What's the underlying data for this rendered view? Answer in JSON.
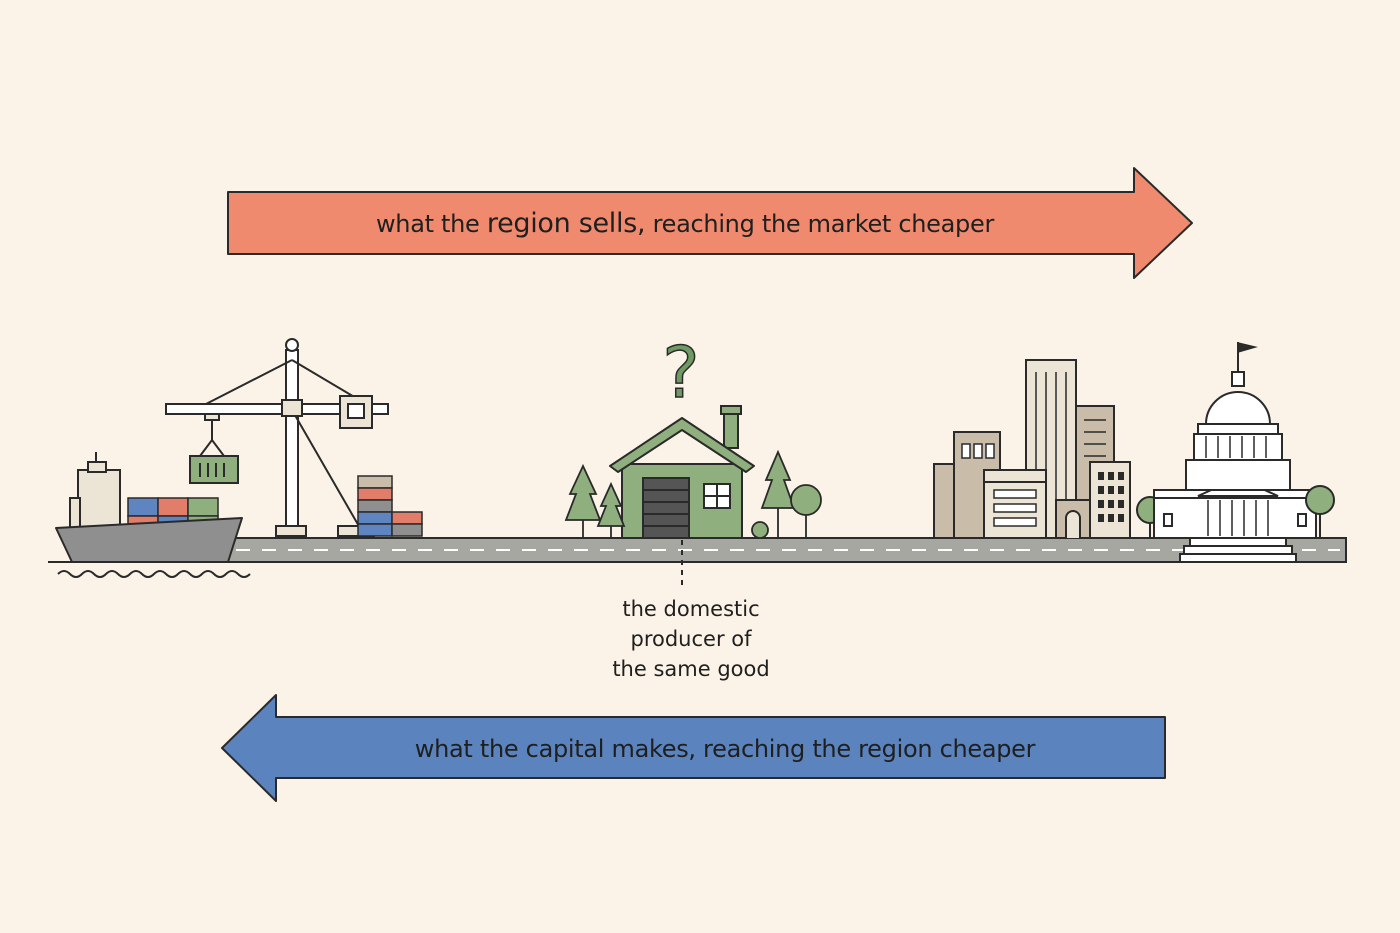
{
  "top_arrow": {
    "text_before": "what the ",
    "text_emphasis": "region sells,",
    "text_after": " reaching the market cheaper",
    "color": "#f08a6e"
  },
  "bottom_arrow": {
    "text": "what the capital makes, reaching the region cheaper",
    "color": "#5b83bd"
  },
  "center_building": {
    "question_mark": "?",
    "callout_lines": [
      "the domestic",
      "producer of",
      "the same good"
    ],
    "house_color": "#8fb07e"
  },
  "colors": {
    "background": "#fbf3e7",
    "outline": "#2a2a2a",
    "road": "#a7a7a2",
    "ship_hull": "#8f8f8f",
    "container_red": "#e27d6a",
    "container_blue": "#5f85c0",
    "container_green": "#8fb07e",
    "city_tan": "#c9bca9",
    "tree_green": "#8fb07e"
  },
  "icons": {
    "ship": "cargo-ship-icon",
    "crane": "port-crane-icon",
    "house": "house-icon",
    "city": "city-skyline-icon",
    "capitol": "capitol-building-icon"
  }
}
